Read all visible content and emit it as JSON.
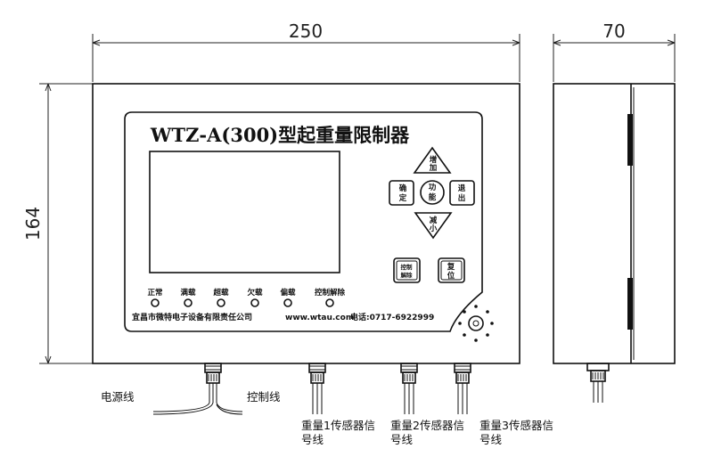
{
  "dimensions": {
    "width": "250",
    "height": "164",
    "depth": "70"
  },
  "panel": {
    "title": "WTZ-A(300)型起重量限制器",
    "indicators": [
      "正常",
      "满载",
      "超载",
      "欠载",
      "偏载",
      "控制解除"
    ],
    "company": "宜昌市微特电子设备有限责任公司",
    "website": "www.wtau.com",
    "phone": "电话:0717-6922999"
  },
  "keypad": {
    "up": [
      "增",
      "加"
    ],
    "down": [
      "减",
      "小"
    ],
    "confirm": [
      "确",
      "定"
    ],
    "function": [
      "功",
      "能"
    ],
    "exit": [
      "退",
      "出"
    ],
    "control_release": [
      "控制",
      "解除"
    ],
    "reset": [
      "复",
      "位"
    ]
  },
  "cables": {
    "power": "电源线",
    "control": "控制线",
    "sensor1": [
      "重量1传感器信",
      "号线"
    ],
    "sensor2": [
      "重量2传感器信",
      "号线"
    ],
    "sensor3": [
      "重量3传感器信",
      "号线"
    ]
  }
}
